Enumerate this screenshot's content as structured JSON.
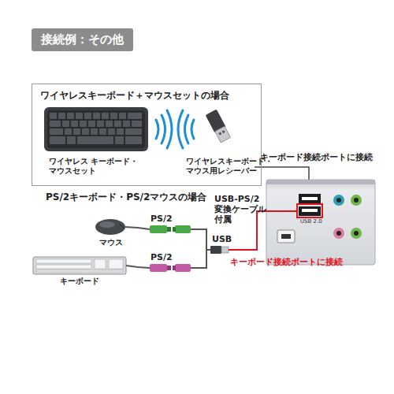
{
  "diagram": {
    "title": "接続例：その他",
    "nodes": [
      {
        "text": [
          "ワイヤレスキーボード＋マウスセットの場合"
        ]
      }
    ],
    "labels": [
      "ワイヤレス キーボード・マウスセット",
      "ワイヤレスキーボード・ マウス用レシーバー",
      "キーボード接続ポートに接続",
      "PS/2キーボード・PS/2マウスの場合",
      "マウス",
      "PS/2",
      "キーボード",
      "PS/2",
      "USB-PS/2 変換ケーブル 付属",
      "USB",
      "キーボード接続ポートに接続",
      "USB 2.0"
    ]
  }
}
